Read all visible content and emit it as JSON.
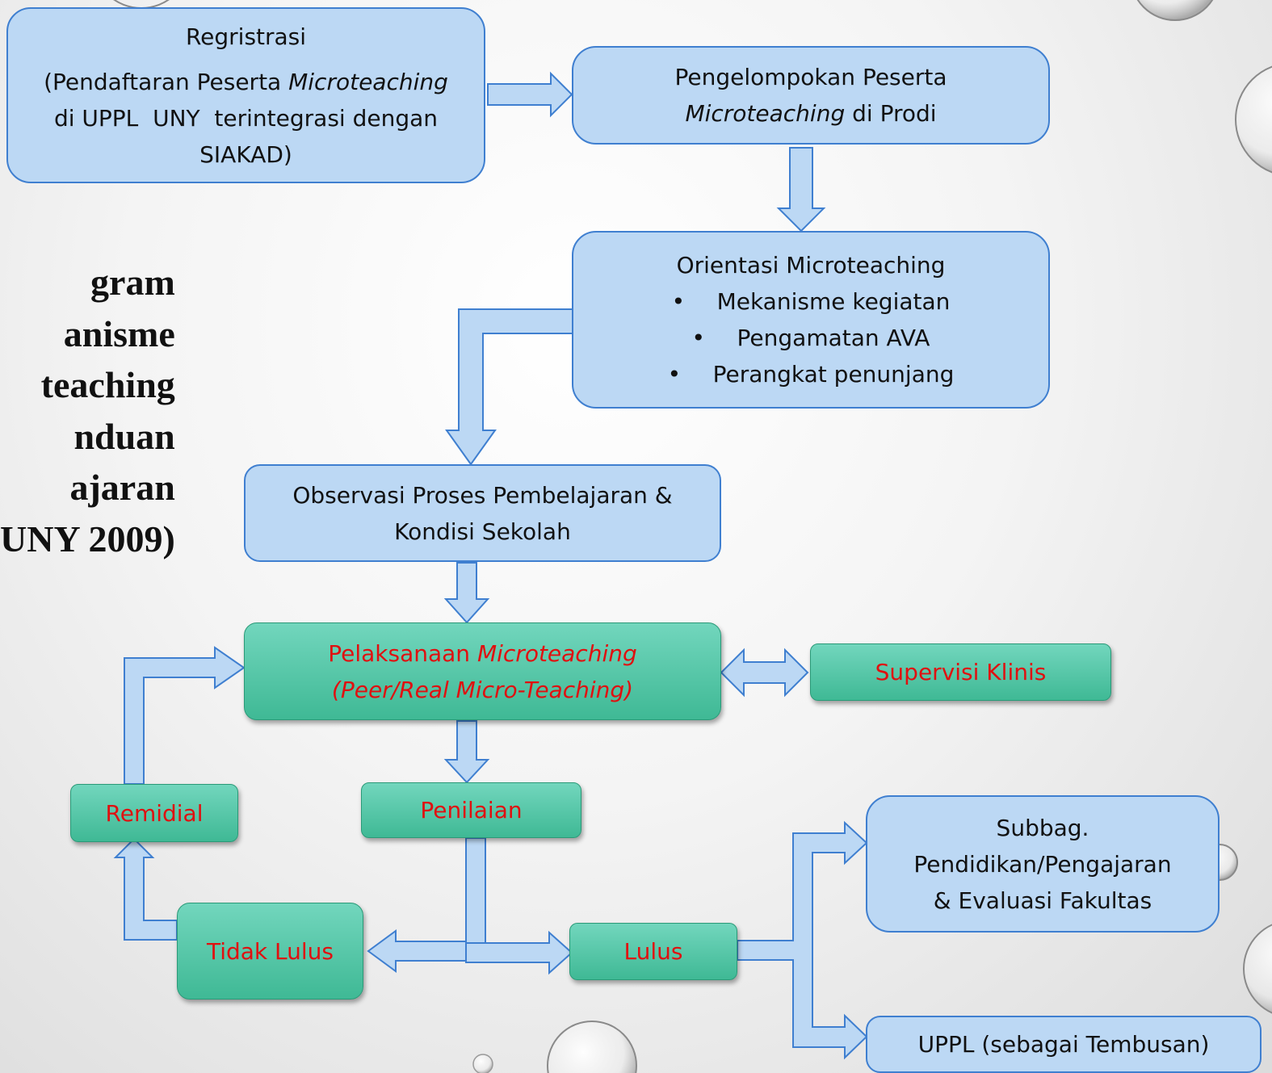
{
  "side_title": [
    "gram",
    "anisme",
    "teaching",
    "nduan",
    "ajaran",
    "UNY 2009)"
  ],
  "registrasi": {
    "title": "Regristrasi",
    "detail_pre": "(Pendaftaran Peserta ",
    "detail_italic": "Microteaching",
    "detail_line2": "di UPPL  UNY  terintegrasi dengan",
    "detail_line3": "SIAKAD)"
  },
  "pengelompokan": {
    "line1": "Pengelompokan Peserta",
    "line2_italic": "Microteaching",
    "line2_rest": " di Prodi"
  },
  "orientasi": {
    "title": "Orientasi Microteaching",
    "bullet": "•",
    "items": [
      "Mekanisme kegiatan",
      "Pengamatan AVA",
      "Perangkat penunjang"
    ]
  },
  "observasi": {
    "line1": "Observasi Proses Pembelajaran &",
    "line2": "Kondisi Sekolah"
  },
  "pelaksanaan": {
    "line1_plain": "Pelaksanaan ",
    "line1_italic": "Microteaching",
    "line2_italic": "(Peer/Real Micro-Teaching)"
  },
  "supervisi": "Supervisi Klinis",
  "remidial": "Remidial",
  "penilaian": "Penilaian",
  "tidak_lulus": "Tidak Lulus",
  "lulus": "Lulus",
  "subbag": [
    "Subbag.",
    "Pendidikan/Pengajaran",
    "& Evaluasi Fakultas"
  ],
  "uppl": "UPPL (sebagai Tembusan)",
  "colors": {
    "blue_fill": "#bcd8f4",
    "blue_border": "#3f7fd0",
    "green_fill": "#4fc6a6",
    "red_text": "#e01010",
    "arrow_fill": "#bcd8f4",
    "arrow_stroke": "#3f7fd0"
  }
}
